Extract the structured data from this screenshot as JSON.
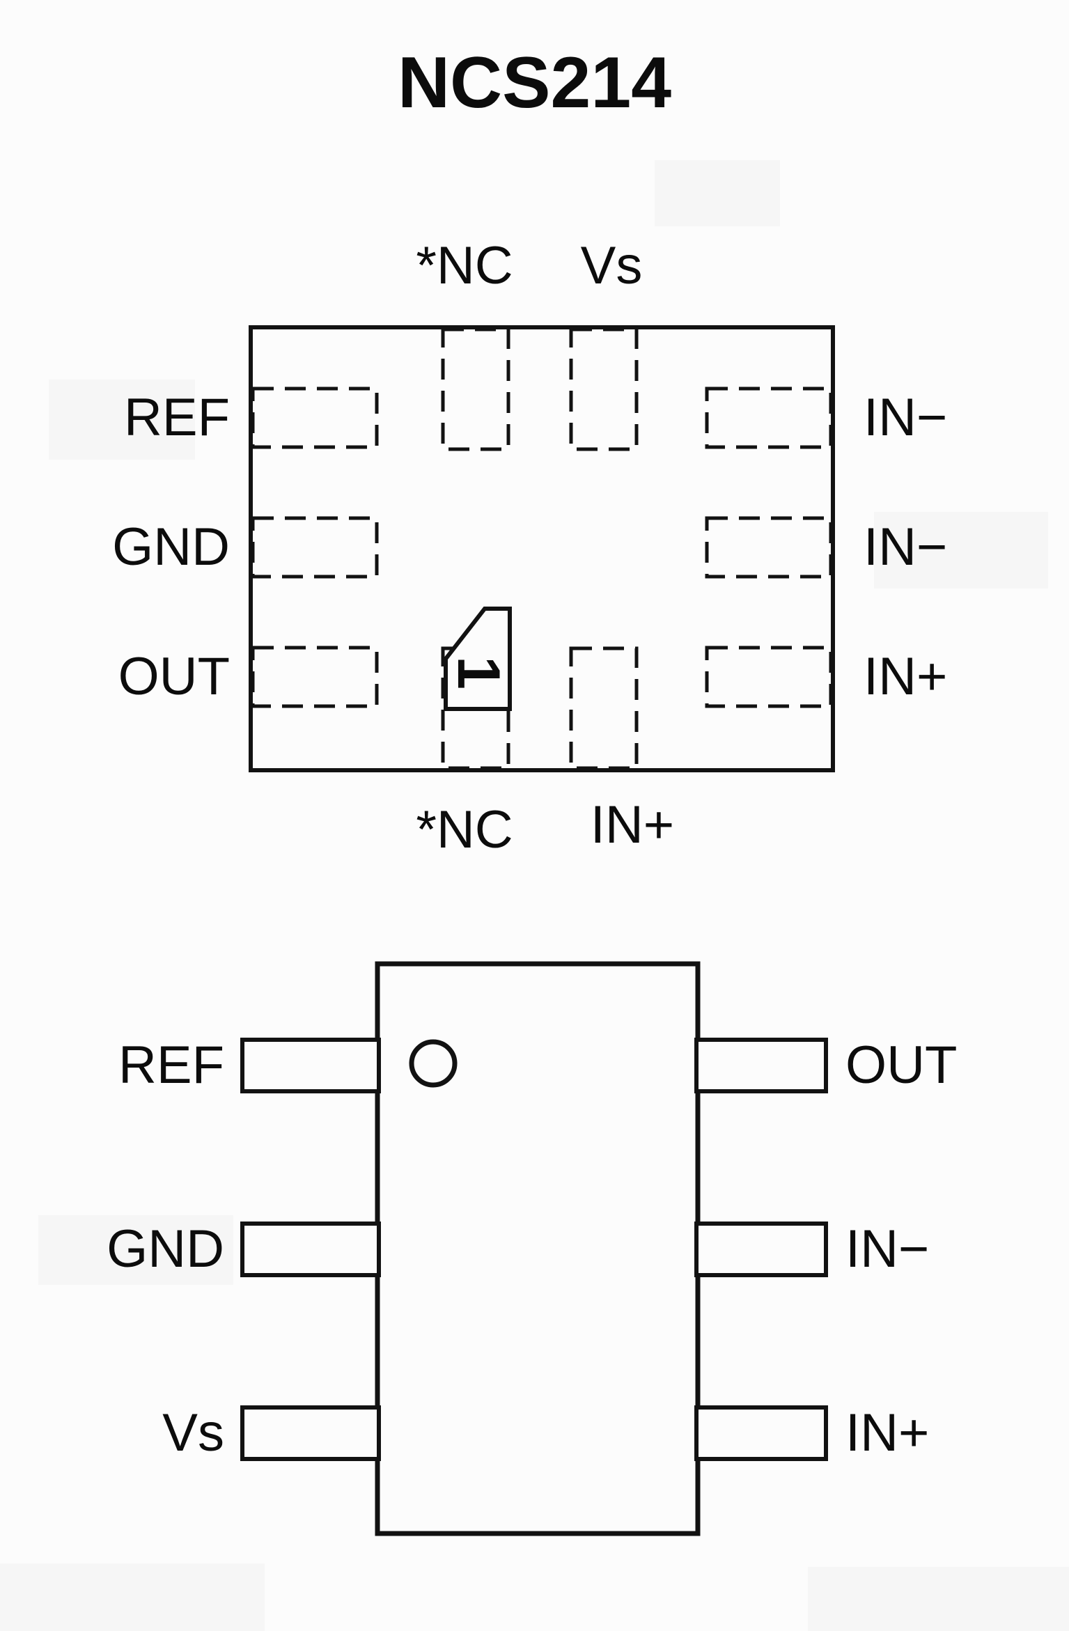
{
  "title": "NCS214",
  "dfn_package": {
    "pin1_label": "1",
    "pins": {
      "top": [
        "*NC",
        "Vs"
      ],
      "left": [
        "REF",
        "GND",
        "OUT"
      ],
      "right": [
        "IN−",
        "IN−",
        "IN+"
      ],
      "bottom": [
        "*NC",
        "IN+"
      ]
    }
  },
  "sot23_package": {
    "pins": {
      "left": [
        "REF",
        "GND",
        "Vs"
      ],
      "right": [
        "OUT",
        "IN−",
        "IN+"
      ]
    }
  },
  "colors": {
    "line": "#121212",
    "background": "#fcfcfc",
    "text": "#0c0c0c"
  }
}
